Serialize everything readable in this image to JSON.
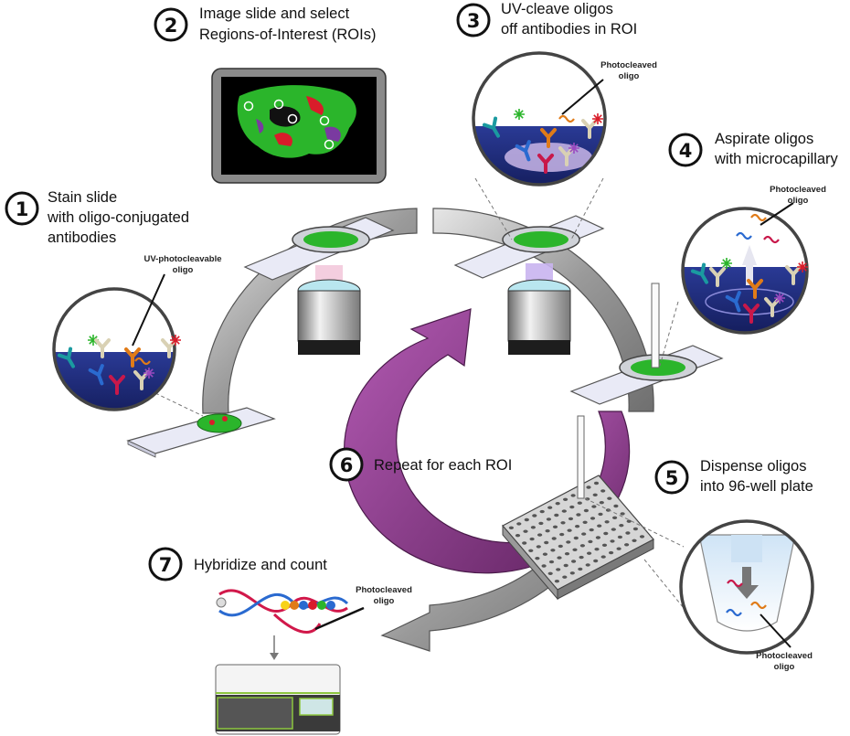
{
  "steps": [
    {
      "number": "1",
      "lines": [
        "Stain slide",
        "with oligo-conjugated",
        "antibodies"
      ]
    },
    {
      "number": "2",
      "lines": [
        "Image slide and select",
        "Regions-of-Interest (ROIs)"
      ]
    },
    {
      "number": "3",
      "lines": [
        "UV-cleave oligos",
        "off antibodies in ROI"
      ]
    },
    {
      "number": "4",
      "lines": [
        "Aspirate oligos",
        "with microcapillary"
      ]
    },
    {
      "number": "5",
      "lines": [
        "Dispense oligos",
        "into 96-well plate"
      ]
    },
    {
      "number": "6",
      "lines": [
        "Repeat for each ROI"
      ]
    },
    {
      "number": "7",
      "lines": [
        "Hybridize and count"
      ]
    }
  ],
  "labels": {
    "uv_photocleavable": [
      "UV-photocleavable",
      "oligo"
    ],
    "photocleaved_3": [
      "Photocleaved",
      "oligo"
    ],
    "photocleaved_4": [
      "Photocleaved",
      "oligo"
    ],
    "photocleaved_5": [
      "Photocleaved",
      "oligo"
    ],
    "photocleaved_7": [
      "Photocleaved",
      "oligo"
    ]
  },
  "colors": {
    "cycle_arrow": "#8f8f8f",
    "repeat_arrow": "#8a3a8a",
    "buffer": "#1c2a78",
    "tissue": "#2bb52b",
    "roi_red": "#d91c2a",
    "ab_orange": "#e07b18",
    "ab_teal": "#1a9aa0",
    "ab_crimson": "#c8184a",
    "ab_blue": "#2a6ad0",
    "ab_beige": "#d9d1b4"
  }
}
